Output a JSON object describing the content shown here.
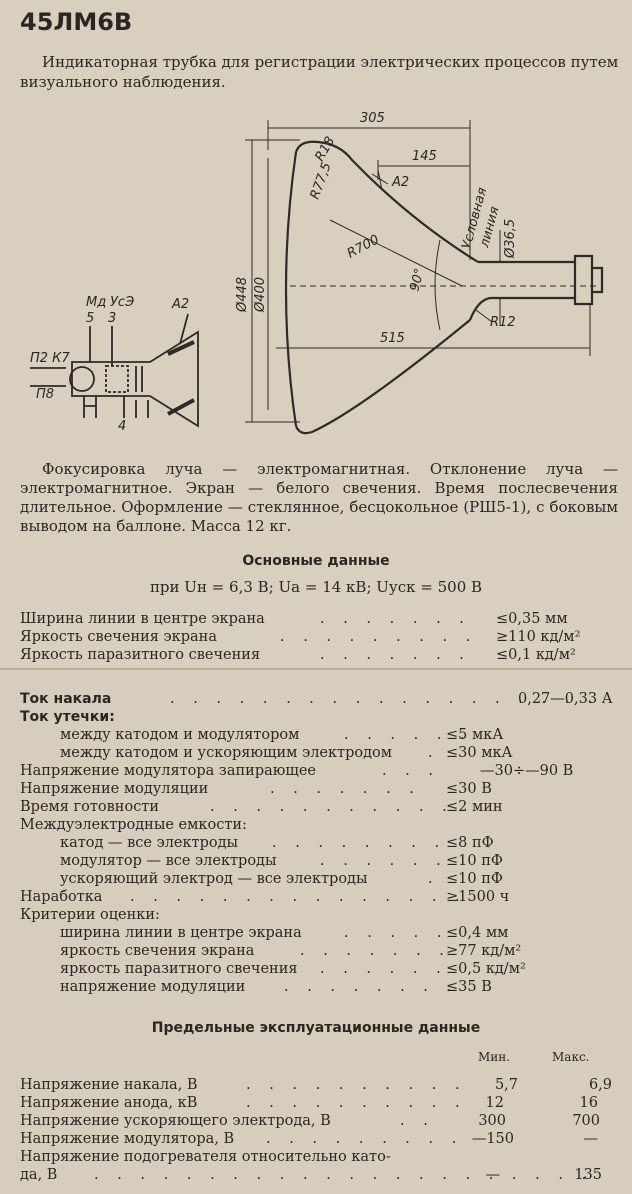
{
  "header": {
    "title": "45ЛМ6В",
    "intro": "Индикаторная трубка для регистрации электрических процессов путем визуального наблюдения."
  },
  "diagram": {
    "dims": {
      "d305": "305",
      "d145": "145",
      "r18": "R18",
      "r775": "R77,5",
      "a2": "A2",
      "line1": "Условная",
      "line2": "линия",
      "d365": "Ø36,5",
      "d448": "Ø448",
      "d400": "Ø400",
      "r700": "R700",
      "angle": "90°",
      "d515": "515",
      "r12": "R12"
    },
    "pins": {
      "md": "Мд",
      "usa": "УсЭ",
      "a2": "А2",
      "n5": "5",
      "n3": "3",
      "p2k7": "П2 К7",
      "p8": "П8",
      "n4": "4"
    }
  },
  "description": "Фокусировка луча — электромагнитная. Отклонение луча — электромагнитное. Экран — белого свечения. Время послесвечения длительное. Оформление — стеклянное, бесцокольное (РШ5-1), с боковым выводом на баллоне. Масса 12 кг.",
  "main_data": {
    "title": "Основные данные",
    "conditions": "при Uн = 6,3 В; Uа = 14 кВ; Uуск = 500 В",
    "rows": [
      {
        "label": "Ширина линии в центре экрана",
        "value": "≤0,35 мм"
      },
      {
        "label": "Яркость свечения экрана",
        "value": "≥110 кд/м²"
      },
      {
        "label": "Яркость паразитного свечения",
        "value": "≤0,1 кд/м²"
      }
    ]
  },
  "params": [
    {
      "label": "Ток накала",
      "value": "0,27—0,33 А"
    },
    {
      "label": "Ток утечки:",
      "value": ""
    },
    {
      "label": "между катодом и модулятором",
      "value": "≤5 мкА"
    },
    {
      "label": "между катодом и ускоряющим электродом",
      "value": "≤30 мкА"
    },
    {
      "label": "Напряжение модулятора запирающее",
      "value": "—30÷—90 В"
    },
    {
      "label": "Напряжение модуляции",
      "value": "≤30 В"
    },
    {
      "label": "Время готовности",
      "value": "≤2 мин"
    },
    {
      "label": "Междуэлектродные емкости:",
      "value": ""
    },
    {
      "label": "катод — все электроды",
      "value": "≤8 пФ"
    },
    {
      "label": "модулятор — все электроды",
      "value": "≤10 пФ"
    },
    {
      "label": "ускоряющий электрод — все электроды",
      "value": "≤10 пФ"
    },
    {
      "label": "Наработка",
      "value": "≥1500 ч"
    },
    {
      "label": "Критерии оценки:",
      "value": ""
    },
    {
      "label": "ширина линии в центре экрана",
      "value": "≤0,4 мм"
    },
    {
      "label": "яркость свечения экрана",
      "value": "≥77 кд/м²"
    },
    {
      "label": "яркость паразитного свечения",
      "value": "≤0,5 кд/м²"
    },
    {
      "label": "напряжение модуляции",
      "value": "≤35 В"
    }
  ],
  "limits": {
    "title": "Предельные эксплуатационные данные",
    "col_min": "Мин.",
    "col_max": "Макс.",
    "rows": [
      {
        "label": "Напряжение накала, В",
        "min": "5,7",
        "max": "6,9"
      },
      {
        "label": "Напряжение анода, кВ",
        "min": "12",
        "max": "16"
      },
      {
        "label": "Напряжение ускоряющего электрода, В",
        "min": "300",
        "max": "700"
      },
      {
        "label": "Напряжение модулятора, В",
        "min": "—150",
        "max": "—"
      },
      {
        "label": "Напряжение подогревателя относительно като-",
        "min": "",
        "max": ""
      },
      {
        "label": "да, В",
        "min": "—",
        "max": "135"
      }
    ]
  }
}
